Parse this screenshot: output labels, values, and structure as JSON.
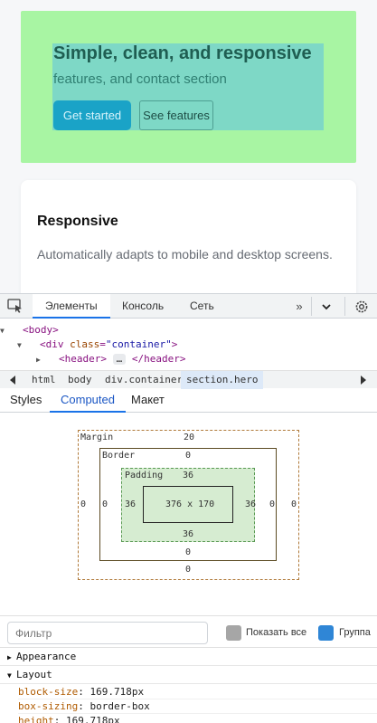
{
  "hero": {
    "title": "Simple, clean, and responsive",
    "subtitle": "features, and contact section",
    "btn_primary": "Get started",
    "btn_secondary": "See features"
  },
  "card": {
    "title": "Responsive",
    "text": "Automatically adapts to mobile and desktop screens."
  },
  "devtools": {
    "tabs": [
      "Элементы",
      "Консоль",
      "Сеть"
    ],
    "more": "»",
    "dom": {
      "line1": "<body>",
      "line2_tag_open": "<div ",
      "line2_attr": "class",
      "line2_eq": "=",
      "line2_val": "\"container\"",
      "line2_close": ">",
      "line3_open": "<header>",
      "line3_ellipsis": "…",
      "line3_close": "</header>"
    },
    "breadcrumbs": [
      "html",
      "body",
      "div.container",
      "section.hero"
    ],
    "subtabs": [
      "Styles",
      "Computed",
      "Макет"
    ],
    "boxmodel": {
      "margin_label": "Margin",
      "margin_top": "20",
      "margin_bottom": "0",
      "margin_left": "0",
      "margin_right": "0",
      "border_label": "Border",
      "border_top": "0",
      "border_bottom": "0",
      "border_left": "0",
      "border_right": "0",
      "padding_label": "Padding",
      "padding_top": "36",
      "padding_bottom": "36",
      "padding_left": "36",
      "padding_right": "36",
      "content_size": "376 x 170"
    },
    "filter_placeholder": "Фильтр",
    "show_all": "Показать все",
    "group": "Группа",
    "sections": [
      "Appearance",
      "Layout"
    ],
    "props": [
      {
        "name": "block-size",
        "value": "169.718px"
      },
      {
        "name": "box-sizing",
        "value": "border-box"
      },
      {
        "name": "height",
        "value": "169.718px"
      }
    ]
  }
}
